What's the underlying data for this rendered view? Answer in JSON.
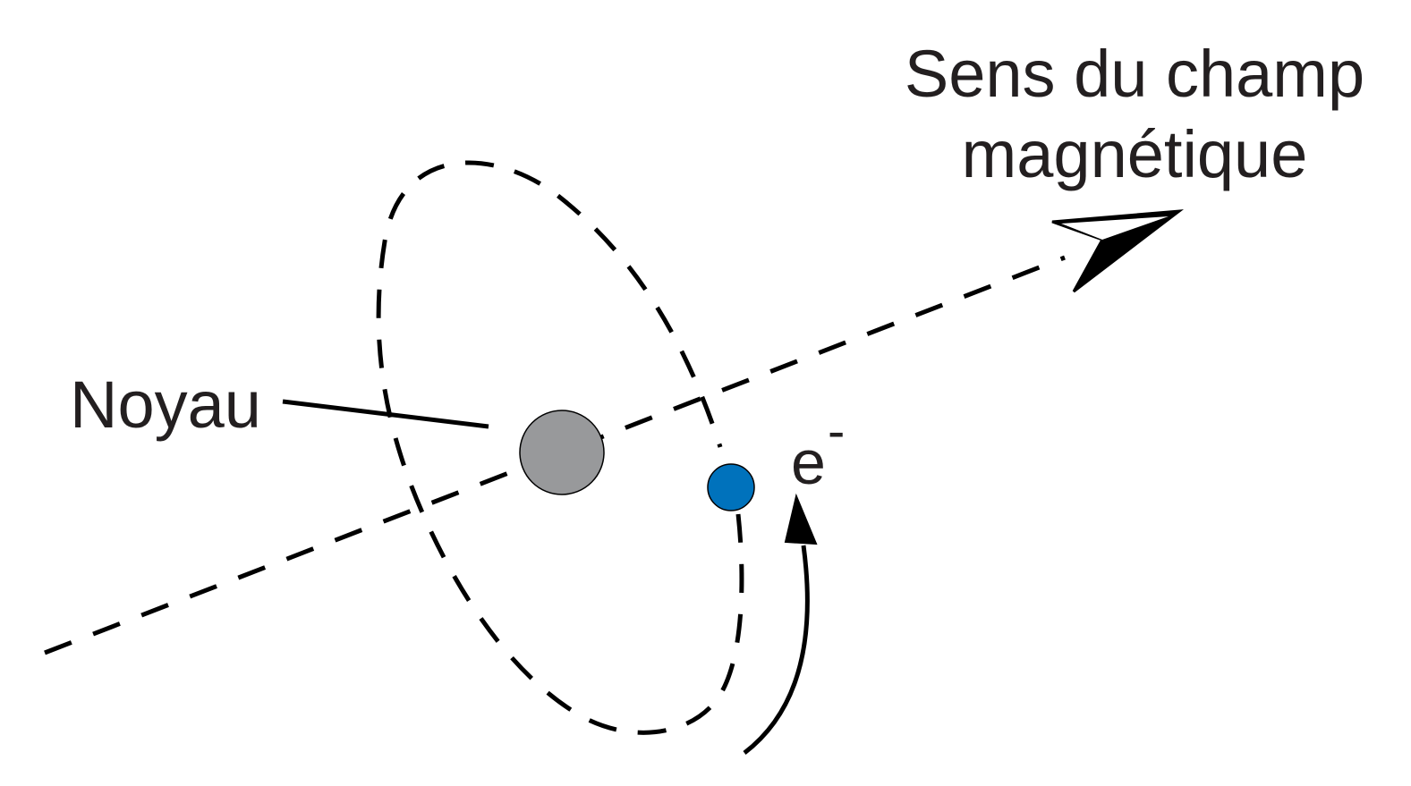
{
  "labels": {
    "field_line1": "Sens du champ",
    "field_line2": "magnétique",
    "nucleus": "Noyau",
    "electron": "e",
    "electron_charge": "-"
  },
  "colors": {
    "line": "#000000",
    "text": "#231f20",
    "nucleus_fill": "#98999b",
    "electron_fill": "#0072bc"
  }
}
